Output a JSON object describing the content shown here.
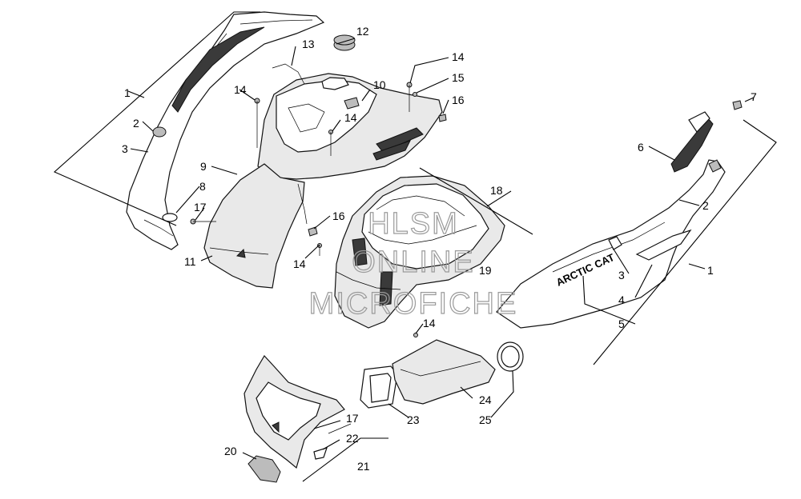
{
  "watermark": {
    "line1": "HLSM",
    "line2": "ONLINE",
    "line3": "MICROFICHE"
  },
  "decal_text": "ARCTIC CAT",
  "callouts": [
    {
      "id": "c1a",
      "label": "1"
    },
    {
      "id": "c2a",
      "label": "2"
    },
    {
      "id": "c3a",
      "label": "3"
    },
    {
      "id": "c8",
      "label": "8"
    },
    {
      "id": "c9",
      "label": "9"
    },
    {
      "id": "c17a",
      "label": "17"
    },
    {
      "id": "c11",
      "label": "11"
    },
    {
      "id": "c13",
      "label": "13"
    },
    {
      "id": "c12",
      "label": "12"
    },
    {
      "id": "c14a",
      "label": "14"
    },
    {
      "id": "c10",
      "label": "10"
    },
    {
      "id": "c14b",
      "label": "14"
    },
    {
      "id": "c14c",
      "label": "14"
    },
    {
      "id": "c15",
      "label": "15"
    },
    {
      "id": "c16a",
      "label": "16"
    },
    {
      "id": "c18",
      "label": "18"
    },
    {
      "id": "c16b",
      "label": "16"
    },
    {
      "id": "c14d",
      "label": "14"
    },
    {
      "id": "c19",
      "label": "19"
    },
    {
      "id": "c14e",
      "label": "14"
    },
    {
      "id": "c7",
      "label": "7"
    },
    {
      "id": "c6",
      "label": "6"
    },
    {
      "id": "c2b",
      "label": "2"
    },
    {
      "id": "c1b",
      "label": "1"
    },
    {
      "id": "c3b",
      "label": "3"
    },
    {
      "id": "c4",
      "label": "4"
    },
    {
      "id": "c5",
      "label": "5"
    },
    {
      "id": "c24",
      "label": "24"
    },
    {
      "id": "c25",
      "label": "25"
    },
    {
      "id": "c23",
      "label": "23"
    },
    {
      "id": "c17b",
      "label": "17"
    },
    {
      "id": "c22",
      "label": "22"
    },
    {
      "id": "c20",
      "label": "20"
    },
    {
      "id": "c21",
      "label": "21"
    }
  ]
}
